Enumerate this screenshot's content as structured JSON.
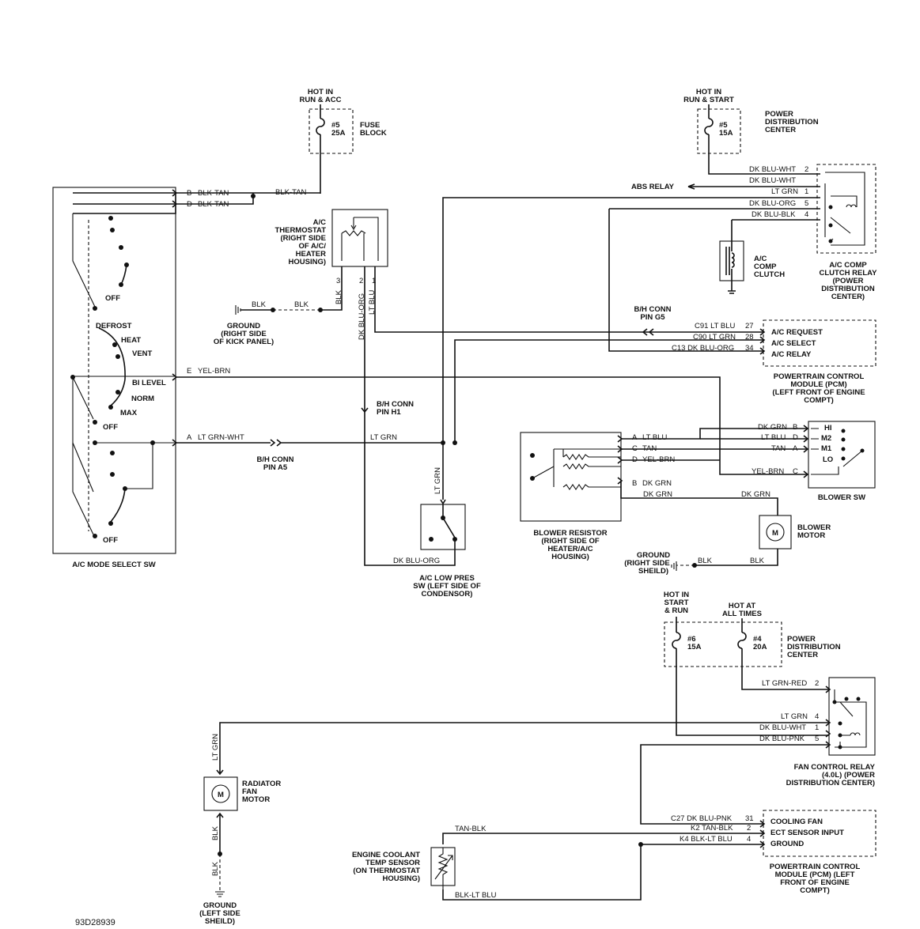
{
  "diagram_id": "93D28939",
  "fuse_block": {
    "hot": [
      "HOT IN",
      "RUN & ACC"
    ],
    "fuse": [
      "#5",
      "25A"
    ],
    "name": [
      "FUSE",
      "BLOCK"
    ]
  },
  "pdc_top": {
    "hot": [
      "HOT IN",
      "RUN & START"
    ],
    "fuse": [
      "#5",
      "15A"
    ],
    "name": [
      "POWER",
      "DISTRIBUTION",
      "CENTER"
    ]
  },
  "abs_relay": "ABS RELAY",
  "mode_switch": {
    "title": "A/C MODE SELECT SW",
    "pins": [
      {
        "pin": "B",
        "wire": "BLK-TAN"
      },
      {
        "pin": "D",
        "wire": "BLK-TAN"
      },
      {
        "pin": "E",
        "wire": "YEL-BRN"
      },
      {
        "pin": "A",
        "wire": "LT GRN-WHT"
      }
    ],
    "positions": [
      "OFF",
      "DEFROST",
      "HEAT",
      "VENT",
      "BI LEVEL",
      "NORM",
      "MAX",
      "OFF",
      "OFF"
    ]
  },
  "wires_main": {
    "blk_tan": "BLK-TAN",
    "blk1": "BLK",
    "blk2": "BLK",
    "yel_brn": "YEL-BRN",
    "lt_grn": "LT GRN",
    "lt_grn_vert": "LT GRN",
    "dk_blu_org": "DK BLU-ORG",
    "dk_blu_org_vert": "DK BLU-ORG",
    "lt_blu_vert": "LT BLU",
    "blk_vert": "BLK"
  },
  "thermostat": {
    "label": [
      "A/C",
      "THERMOSTAT",
      "(RIGHT SIDE",
      "OF A/C/",
      "HEATER",
      "HOUSING)"
    ],
    "pins": [
      "3",
      "2",
      "1"
    ]
  },
  "ground_kick": [
    "GROUND",
    "(RIGHT SIDE",
    "OF KICK PANEL)"
  ],
  "bh_conn_h1": [
    "B/H CONN",
    "PIN H1"
  ],
  "bh_conn_a5": [
    "B/H CONN",
    "PIN A5"
  ],
  "bh_conn_g5": [
    "B/H CONN",
    "PIN G5"
  ],
  "clutch_relay": {
    "label": [
      "A/C COMP",
      "CLUTCH RELAY",
      "(POWER",
      "DISTRIBUTION",
      "CENTER)"
    ],
    "pins": [
      {
        "wire": "DK BLU-WHT",
        "pin": "2"
      },
      {
        "wire": "DK BLU-WHT",
        "pin": ""
      },
      {
        "wire": "LT GRN",
        "pin": "1"
      },
      {
        "wire": "DK BLU-ORG",
        "pin": "5"
      },
      {
        "wire": "DK BLU-BLK",
        "pin": "4"
      }
    ]
  },
  "comp_clutch": [
    "A/C",
    "COMP",
    "CLUTCH"
  ],
  "pcm_top": {
    "pins": [
      {
        "circuit": "C91 LT BLU",
        "pin": "27",
        "func": "A/C REQUEST"
      },
      {
        "circuit": "C90 LT GRN",
        "pin": "28",
        "func": "A/C SELECT"
      },
      {
        "circuit": "C13 DK BLU-ORG",
        "pin": "34",
        "func": "A/C RELAY"
      }
    ],
    "label": [
      "POWERTRAIN CONTROL",
      "MODULE (PCM)",
      "(LEFT FRONT OF ENGINE",
      "COMPT)"
    ]
  },
  "blower_resistor": {
    "pins": [
      {
        "pin": "A",
        "wire": "LT BLU"
      },
      {
        "pin": "C",
        "wire": "TAN"
      },
      {
        "pin": "D",
        "wire": "YEL-BRN"
      },
      {
        "pin": "B",
        "wire": "DK GRN"
      }
    ],
    "label": [
      "BLOWER RESISTOR",
      "(RIGHT SIDE OF",
      "HEATER/A/C",
      "HOUSING)"
    ],
    "dk_grn_1": "DK GRN",
    "dk_grn_2": "DK GRN"
  },
  "blower_sw": {
    "title": "BLOWER SW",
    "pins": [
      {
        "wire": "DK GRN",
        "pin": "B",
        "pos": "HI"
      },
      {
        "wire": "LT BLU",
        "pin": "D",
        "pos": "M2"
      },
      {
        "wire": "TAN",
        "pin": "A",
        "pos": "M1"
      },
      {
        "wire": "YEL-BRN",
        "pin": "C",
        "pos": "LO"
      }
    ]
  },
  "blower_motor": {
    "label": [
      "BLOWER",
      "MOTOR"
    ],
    "symbol": "M"
  },
  "ground_shield_right": [
    "GROUND",
    "(RIGHT SIDE",
    "SHEILD)"
  ],
  "blower_ground_wires": [
    "BLK",
    "BLK"
  ],
  "low_pres_sw": {
    "label": [
      "A/C LOW PRES",
      "SW (LEFT SIDE OF",
      "CONDENSOR)"
    ],
    "wire": "DK BLU-ORG"
  },
  "pdc_bottom": {
    "hot1": [
      "HOT IN",
      "START",
      "& RUN"
    ],
    "hot2": [
      "HOT AT",
      "ALL TIMES"
    ],
    "fuse1": [
      "#6",
      "15A"
    ],
    "fuse2": [
      "#4",
      "20A"
    ],
    "name": [
      "POWER",
      "DISTRIBUTION",
      "CENTER"
    ]
  },
  "fan_relay": {
    "pins": [
      {
        "wire": "LT GRN-RED",
        "pin": "2"
      },
      {
        "wire": "LT GRN",
        "pin": "4"
      },
      {
        "wire": "DK BLU-WHT",
        "pin": "1"
      },
      {
        "wire": "DK BLU-PNK",
        "pin": "5"
      }
    ],
    "label": [
      "FAN CONTROL RELAY",
      "(4.0L) (POWER",
      "DISTRIBUTION CENTER)"
    ]
  },
  "radiator_fan": {
    "label": [
      "RADIATOR",
      "FAN",
      "MOTOR"
    ],
    "symbol": "M",
    "wire_top": "LT GRN",
    "wire_bot1": "BLK",
    "wire_bot2": "BLK"
  },
  "ground_shield_left": [
    "GROUND",
    "(LEFT SIDE",
    "SHEILD)"
  ],
  "ect": {
    "label": [
      "ENGINE COOLANT",
      "TEMP SENSOR",
      "(ON THERMOSTAT",
      "HOUSING)"
    ],
    "wire_top": "TAN-BLK",
    "wire_bot": "BLK-LT BLU"
  },
  "pcm_bottom": {
    "pins": [
      {
        "circuit": "C27 DK BLU-PNK",
        "pin": "31",
        "func": "COOLING FAN"
      },
      {
        "circuit": "K2 TAN-BLK",
        "pin": "2",
        "func": "ECT SENSOR INPUT"
      },
      {
        "circuit": "K4 BLK-LT BLU",
        "pin": "4",
        "func": "GROUND"
      }
    ],
    "label": [
      "POWERTRAIN CONTROL",
      "MODULE (PCM) (LEFT",
      "FRONT OF ENGINE",
      "COMPT)"
    ]
  }
}
